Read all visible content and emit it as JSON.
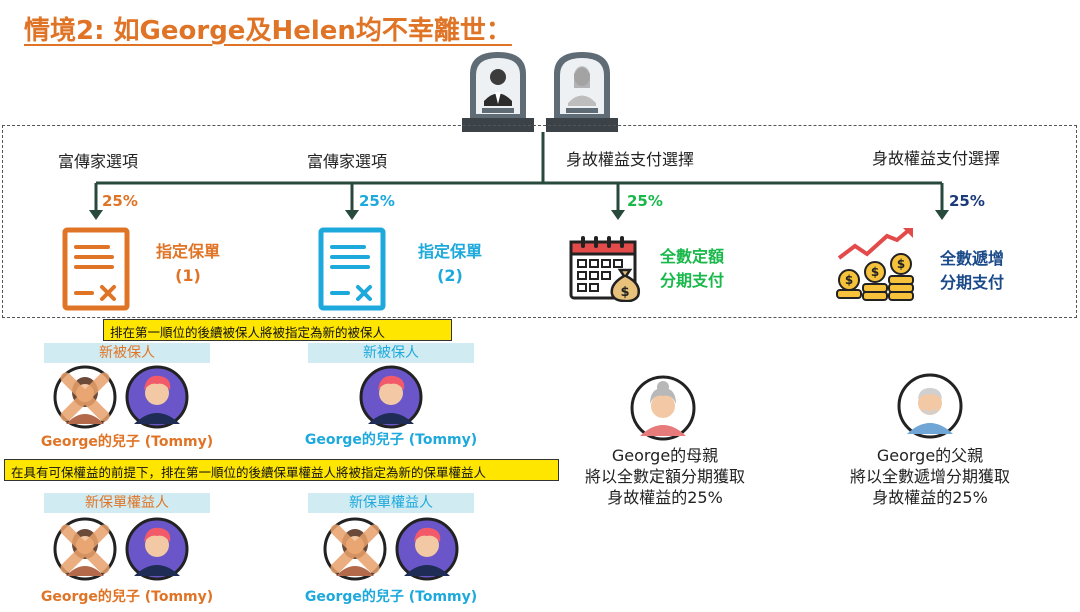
{
  "title": "情境2: 如George及Helen均不幸離世：",
  "headers": {
    "col1": "富傳家選項",
    "col2": "富傳家選項",
    "col3": "身故權益支付選擇",
    "col4": "身故權益支付選擇"
  },
  "percentages": {
    "col1": "25%",
    "col2": "25%",
    "col3": "25%",
    "col4": "25%"
  },
  "options": {
    "col1_line1": "指定保單",
    "col1_line2": "(1)",
    "col2_line1": "指定保單",
    "col2_line2": "(2)",
    "col3_line1": "全數定額",
    "col3_line2": "分期支付",
    "col4_line1": "全數遞增",
    "col4_line2": "分期支付"
  },
  "notes": {
    "insured": "排在第一順位的後續被保人將被指定為新的被保人",
    "beneficiary": "在具有可保權益的前提下，排在第一順位的後續保單權益人將被指定為新的保單權益人"
  },
  "tags": {
    "new_insured_1": "新被保人",
    "new_insured_2": "新被保人",
    "new_owner_1": "新保單權益人",
    "new_owner_2": "新保單權益人"
  },
  "names": {
    "son_1": "George的兒子 (Tommy)",
    "son_2": "George的兒子 (Tommy)",
    "son_3": "George的兒子 (Tommy)",
    "son_4": "George的兒子 (Tommy)"
  },
  "mother": {
    "line1": "George的母親",
    "line2": "將以全數定額分期獲取",
    "line3": "身故權益的25%"
  },
  "father": {
    "line1": "George的父親",
    "line2": "將以全數遞增分期獲取",
    "line3": "身故權益的25%"
  },
  "colors": {
    "orange": "#e07426",
    "blue": "#1da9dc",
    "green": "#19b84a",
    "navy": "#1b3a7a",
    "tree": "#274a3c"
  }
}
